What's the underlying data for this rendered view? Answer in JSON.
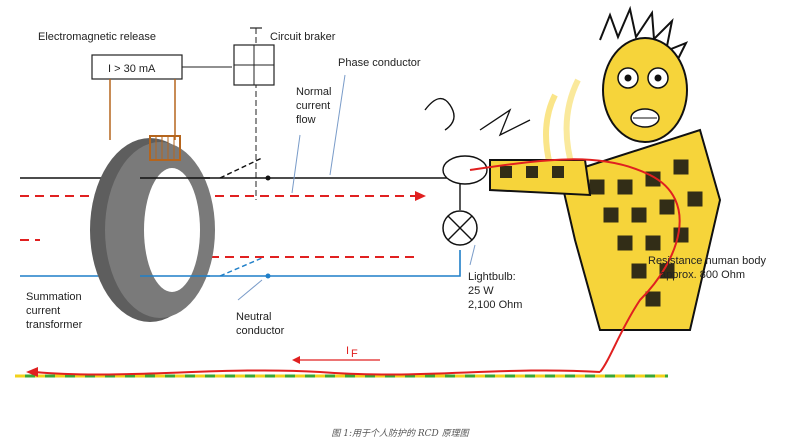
{
  "labels": {
    "release": "Electromagnetic release",
    "release_box": "I > 30 mA",
    "breaker": "Circuit braker",
    "phase": "Phase conductor",
    "normal_1": "Normal",
    "normal_2": "current",
    "normal_3": "flow",
    "summation_1": "Summation",
    "summation_2": "current",
    "summation_3": "transformer",
    "neutral_1": "Neutral",
    "neutral_2": "conductor",
    "bulb_1": "Lightbulb:",
    "bulb_2": "25 W",
    "bulb_3": "2,100 Ohm",
    "body_1": "Resistance human body",
    "body_2": "approx. 800 Ohm",
    "fault_current": "I",
    "fault_sub": "F"
  },
  "caption": "图 1:用于个人防护的 RCD 原理图",
  "colors": {
    "phase": "#111111",
    "fault": "#e02020",
    "neutral": "#1f7fc8",
    "ring": "#6b6b6b",
    "ground_green": "#3aa635",
    "ground_yellow": "#f2d21b",
    "leader": "#7a9cc9",
    "coil": "#b5651d",
    "person_yellow": "#f6d43a"
  }
}
